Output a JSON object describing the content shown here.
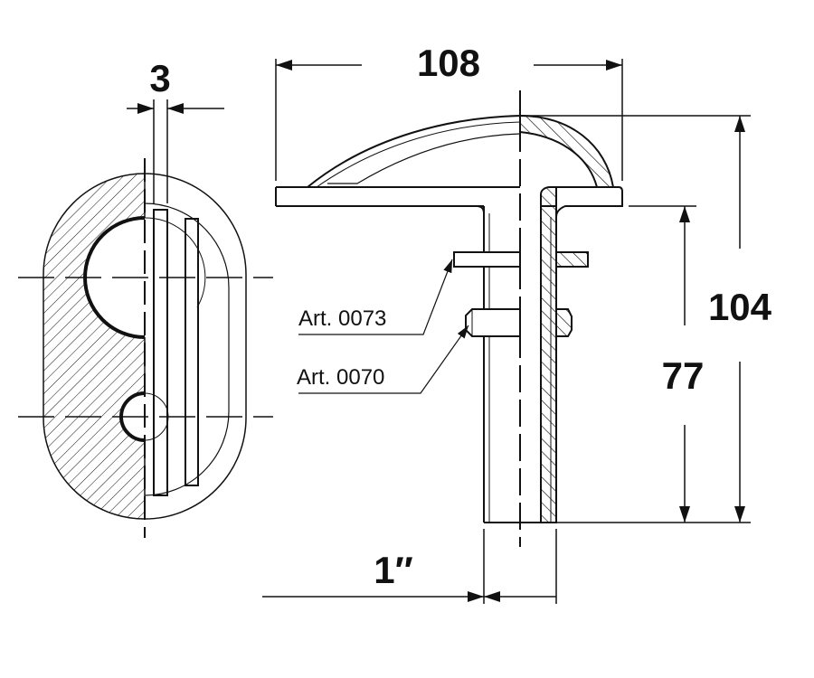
{
  "dimensions": {
    "slot_width": "3",
    "overall_width": "108",
    "overall_height": "104",
    "stem_length": "77",
    "thread_size": "1″"
  },
  "callouts": {
    "washer": "Art. 0073",
    "nut": "Art. 0070"
  },
  "colors": {
    "line": "#111111",
    "background": "#ffffff"
  }
}
